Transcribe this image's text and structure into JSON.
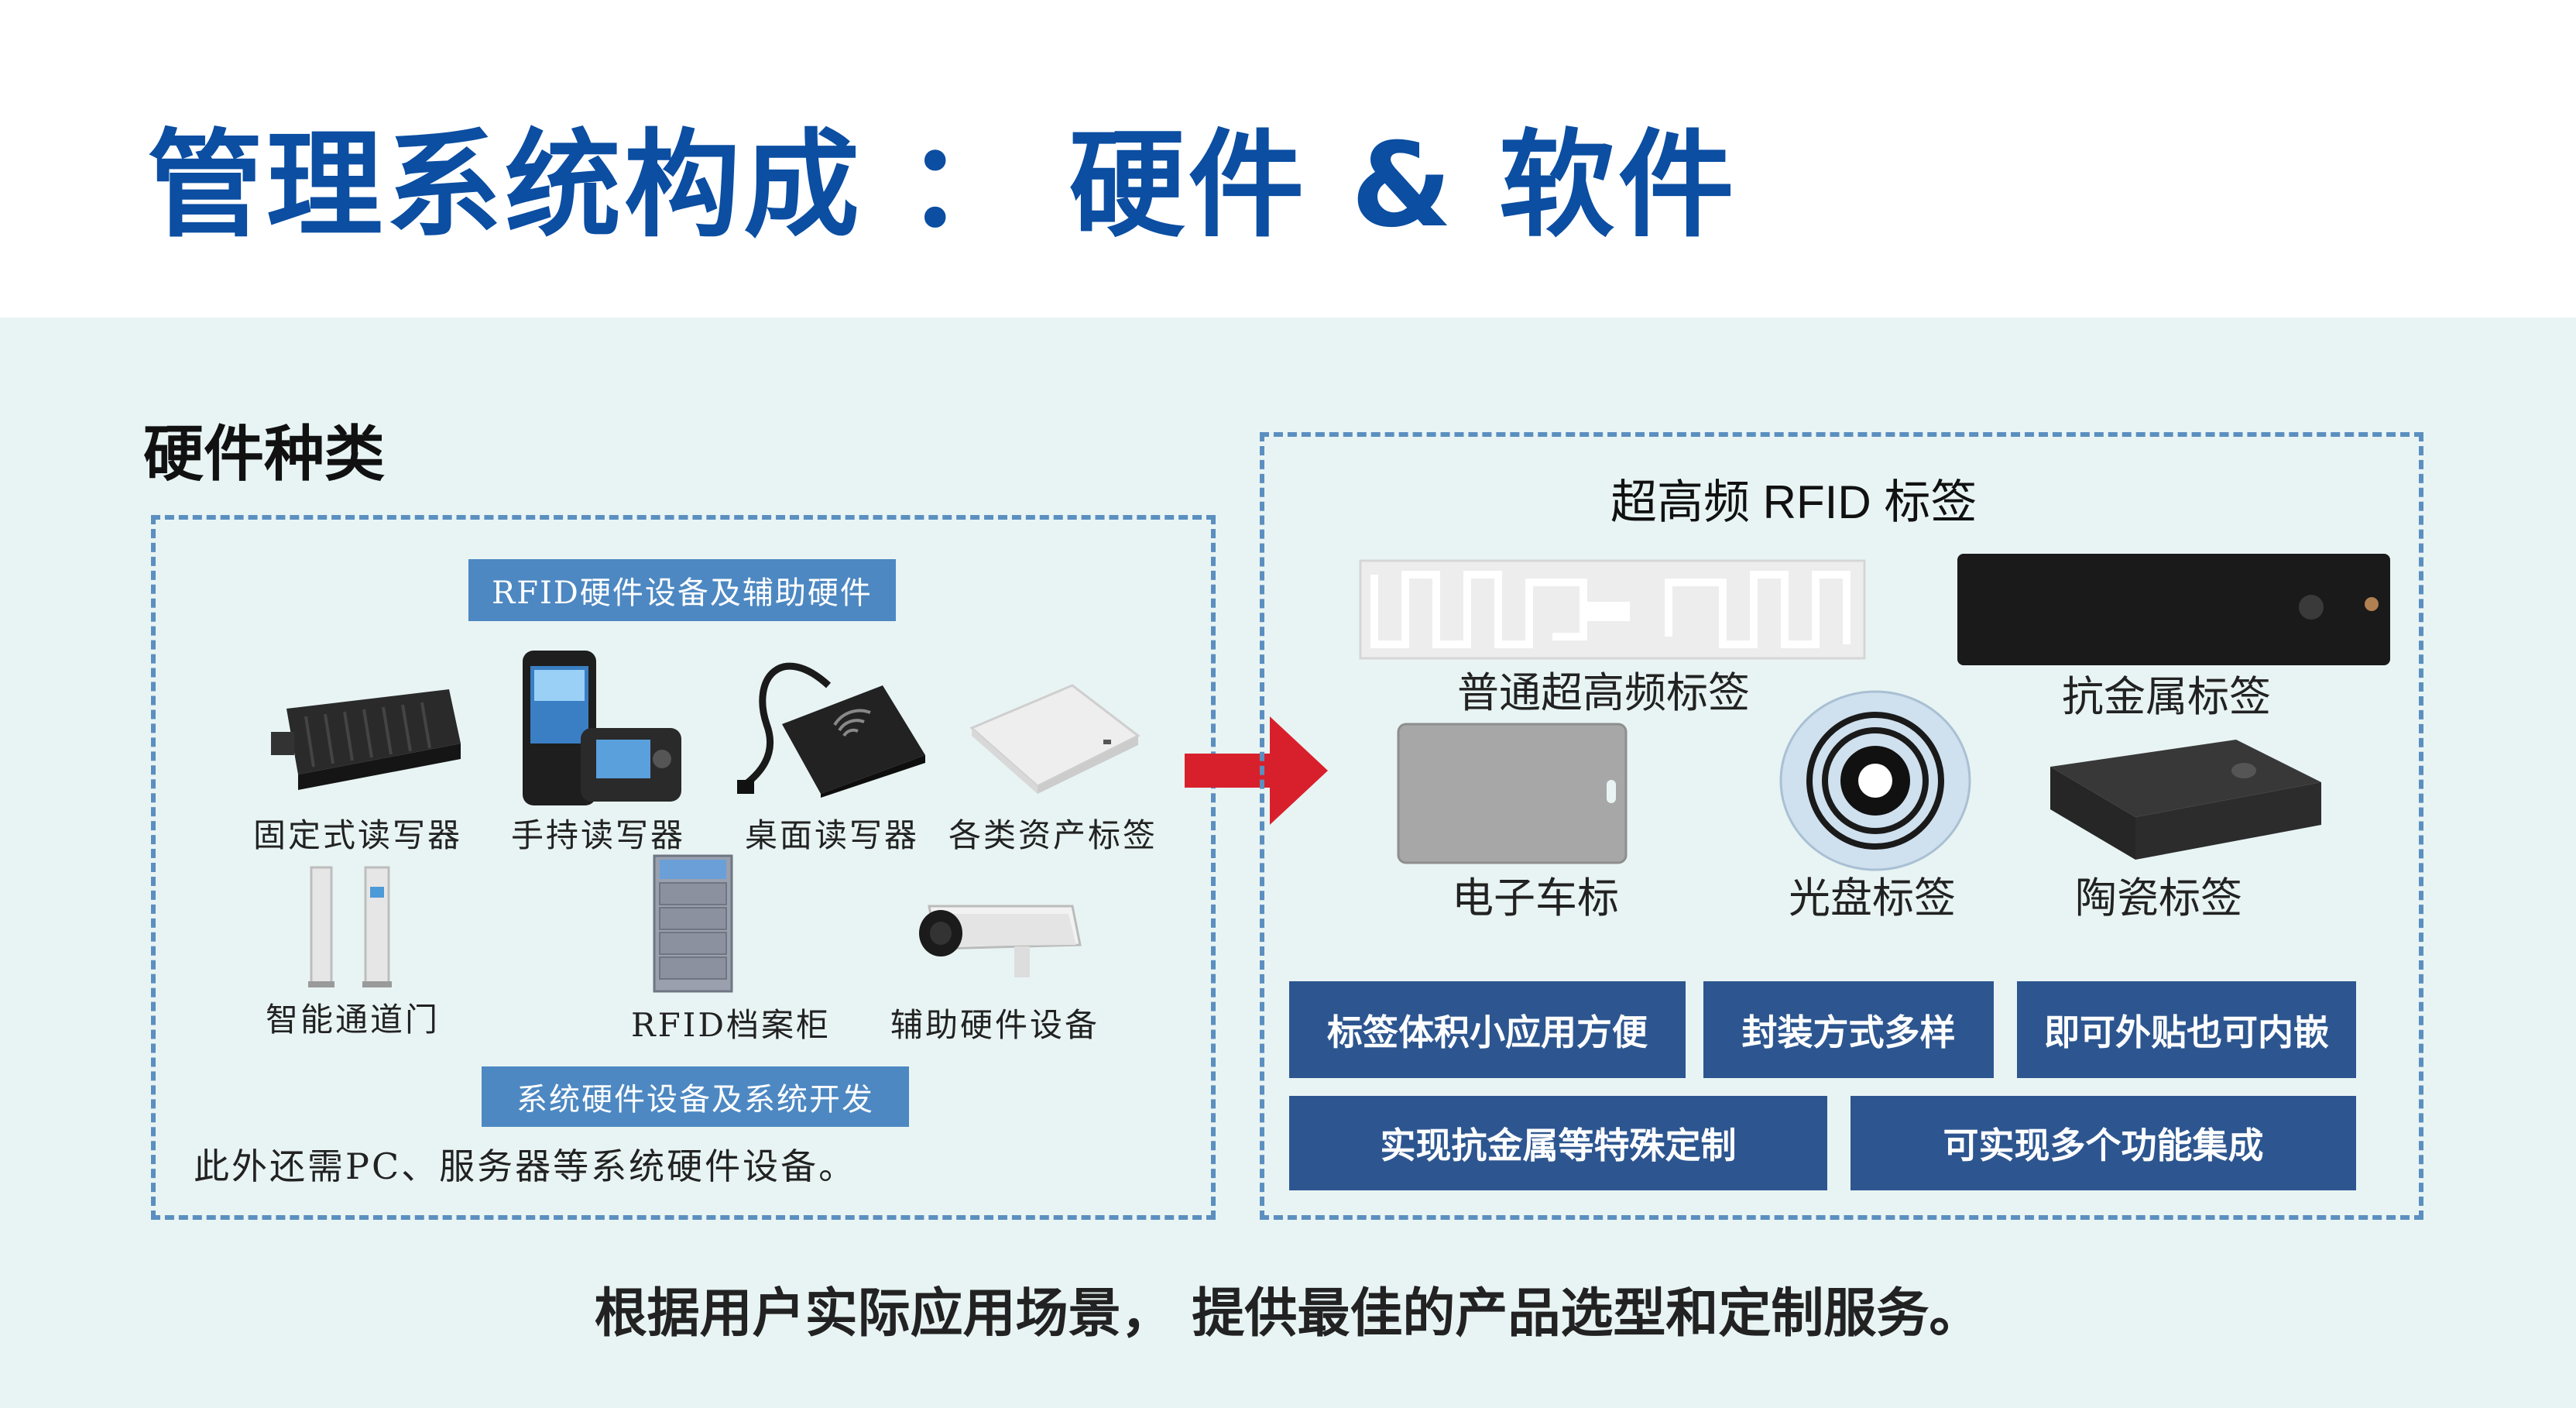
{
  "title": "管理系统构成 ： 硬件 & 软件",
  "hardware": {
    "heading": "硬件种类",
    "header_top": "RFID硬件设备及辅助硬件",
    "devices": [
      {
        "label": "固定式读写器"
      },
      {
        "label": "手持读写器"
      },
      {
        "label": "桌面读写器"
      },
      {
        "label": "各类资产标签"
      },
      {
        "label": "智能通道门"
      },
      {
        "label": "RFID档案柜"
      },
      {
        "label": "辅助硬件设备"
      }
    ],
    "header_bottom": "系统硬件设备及系统开发",
    "note": "此外还需PC、服务器等系统硬件设备。"
  },
  "uhf": {
    "title": "超高频 RFID 标签",
    "tags": [
      {
        "label": "普通超高频标签"
      },
      {
        "label": "抗金属标签"
      },
      {
        "label": "电子车标"
      },
      {
        "label": "光盘标签"
      },
      {
        "label": "陶瓷标签"
      }
    ],
    "features": [
      "标签体积小应用方便",
      "封装方式多样",
      "即可外贴也可内嵌",
      "实现抗金属等特殊定制",
      "可实现多个功能集成"
    ]
  },
  "footer": "根据用户实际应用场景， 提供最佳的产品选型和定制服务。",
  "colors": {
    "title": "#0b4ea2",
    "accent_blue": "#4d88c2",
    "feature_blue": "#2d5690",
    "arrow_red": "#d8202c",
    "band": "#e8f4f3"
  }
}
